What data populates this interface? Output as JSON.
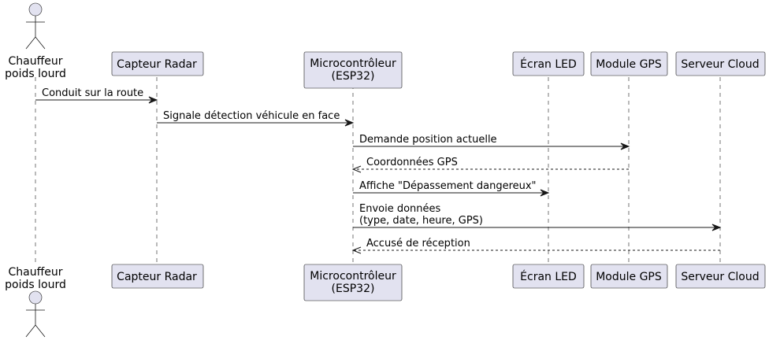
{
  "diagram": {
    "participants": [
      {
        "id": "driver",
        "kind": "actor",
        "lines": [
          "Chauffeur",
          "poids lourd"
        ]
      },
      {
        "id": "radar",
        "kind": "box",
        "lines": [
          "Capteur Radar"
        ]
      },
      {
        "id": "mcu",
        "kind": "box",
        "lines": [
          "Microcontrôleur",
          "(ESP32)"
        ]
      },
      {
        "id": "led",
        "kind": "box",
        "lines": [
          "Écran LED"
        ]
      },
      {
        "id": "gps",
        "kind": "box",
        "lines": [
          "Module GPS"
        ]
      },
      {
        "id": "cloud",
        "kind": "box",
        "lines": [
          "Serveur Cloud"
        ]
      }
    ],
    "messages": [
      {
        "from": "driver",
        "to": "radar",
        "type": "sync",
        "lines": [
          "Conduit sur la route"
        ]
      },
      {
        "from": "radar",
        "to": "mcu",
        "type": "sync",
        "lines": [
          "Signale détection véhicule en face"
        ]
      },
      {
        "from": "mcu",
        "to": "gps",
        "type": "sync",
        "lines": [
          "Demande position actuelle"
        ]
      },
      {
        "from": "gps",
        "to": "mcu",
        "type": "reply",
        "lines": [
          "Coordonnées GPS"
        ]
      },
      {
        "from": "mcu",
        "to": "led",
        "type": "sync",
        "lines": [
          "Affiche \"Dépassement dangereux\""
        ]
      },
      {
        "from": "mcu",
        "to": "cloud",
        "type": "sync",
        "lines": [
          "Envoie données",
          "(type, date, heure, GPS)"
        ]
      },
      {
        "from": "cloud",
        "to": "mcu",
        "type": "reply",
        "lines": [
          "Accusé de réception"
        ]
      }
    ],
    "colors": {
      "participant_fill": "#E2E2F0",
      "stroke": "#181818",
      "text": "#000000",
      "background": "#FFFFFF"
    }
  }
}
